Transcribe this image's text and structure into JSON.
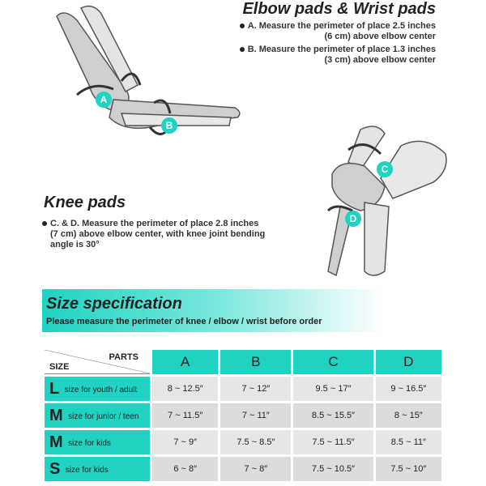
{
  "elbow_section": {
    "title": "Elbow pads & Wrist pads",
    "items": [
      {
        "text": "A.  Measure the perimeter of place 2.5 inches\n(6 cm) above elbow center"
      },
      {
        "text": "B.  Measure the perimeter of place 1.3 inches\n(3 cm) above elbow center"
      }
    ],
    "markers": [
      "A",
      "B"
    ]
  },
  "knee_section": {
    "title": "Knee pads",
    "items": [
      {
        "text": "C. & D.  Measure the perimeter of place 2.8 inches\n(7 cm) above elbow center, with knee joint bending\nangle is 30°"
      }
    ],
    "markers": [
      "C",
      "D"
    ]
  },
  "size_spec": {
    "title": "Size specification",
    "subtitle": "Please measure the perimeter of knee / elbow / wrist before order"
  },
  "colors": {
    "accent": "#1fd2c2",
    "cell_light": "#e6e6e6",
    "cell_dark": "#dcdcdc",
    "illustration_fill": "#c8c8c8",
    "illustration_stroke": "#444444"
  },
  "table": {
    "corner_parts": "PARTS",
    "corner_size": "SIZE",
    "columns": [
      "A",
      "B",
      "C",
      "D"
    ],
    "rows": [
      {
        "letter": "L",
        "desc": "size for youth / adult",
        "values": [
          "8 ~ 12.5″",
          "7 ~ 12″",
          "9.5 ~ 17″",
          "9 ~ 16.5″"
        ]
      },
      {
        "letter": "M",
        "desc": "size for junior / teen",
        "values": [
          "7 ~ 11.5″",
          "7 ~ 11″",
          "8.5 ~ 15.5″",
          "8 ~ 15″"
        ]
      },
      {
        "letter": "M",
        "desc": "size for kids",
        "values": [
          "7 ~ 9″",
          "7.5 ~ 8.5″",
          "7.5 ~ 11.5″",
          "8.5 ~ 11″"
        ]
      },
      {
        "letter": "S",
        "desc": "size for kids",
        "values": [
          "6 ~ 8″",
          "7 ~ 8″",
          "7.5 ~ 10.5″",
          "7.5 ~ 10″"
        ]
      }
    ]
  }
}
